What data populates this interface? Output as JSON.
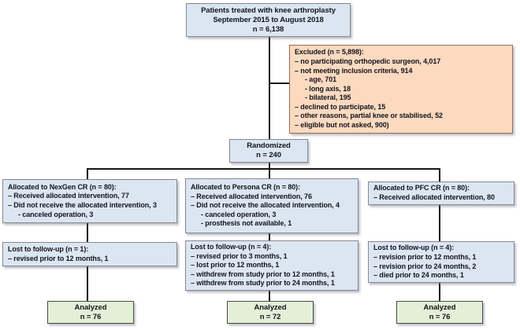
{
  "figure": {
    "top": {
      "lines": [
        "Patients treated with knee arthroplasty",
        "September 2015 to August 2018",
        "n = 6,138"
      ]
    },
    "excluded": {
      "title": "Excluded (n = 5,898):",
      "items": [
        "– no participating orthopedic surgeon, 4,017",
        "– not meeting inclusion criteria, 914",
        "- age, 701",
        "- long axis, 18",
        "- bilateral, 195",
        "– declined to participate, 15",
        "– other reasons, partial knee or stabilised, 52",
        "– eligible but not asked, 900)"
      ]
    },
    "randomized": {
      "lines": [
        "Randomized",
        "n = 240"
      ]
    },
    "columns": [
      {
        "allocation": {
          "title": "Allocated to NexGen CR (n = 80):",
          "items": [
            "– Received allocated intervention, 77",
            "– Did not receive the allocated intervention, 3",
            "- canceled operation, 3"
          ]
        },
        "followup": {
          "title": "Lost to follow-up (n = 1):",
          "items": [
            "– revised prior to 12 months, 1"
          ]
        },
        "analyzed": {
          "lines": [
            "Analyzed",
            "n = 76"
          ]
        }
      },
      {
        "allocation": {
          "title": "Allocated to Persona CR (n = 80):",
          "items": [
            "– Received allocated intervention, 76",
            "– Did not receive the allocated intervention, 4",
            "- canceled operation, 3",
            "- prosthesis not available, 1"
          ]
        },
        "followup": {
          "title": "Lost to follow-up (n = 4):",
          "items": [
            "– revised prior to 3 months, 1",
            "– lost prior to 12 months, 1",
            "– withdrew from study prior to 12 months, 1",
            "– withdrew from study prior to 24 months, 1"
          ]
        },
        "analyzed": {
          "lines": [
            "Analyzed",
            "n = 72"
          ]
        }
      },
      {
        "allocation": {
          "title": "Allocated to PFC CR (n = 80):",
          "items": [
            "– Received allocated intervention, 80"
          ]
        },
        "followup": {
          "title": "Lost to follow-up (n = 4):",
          "items": [
            "– revision prior to 12 months, 1",
            "– revision prior to 24 months, 2",
            "– died prior to 24 months, 1"
          ]
        },
        "analyzed": {
          "lines": [
            "Analyzed",
            "n = 76"
          ]
        }
      }
    ]
  },
  "colors": {
    "box_blue": "#dce6f2",
    "box_peach": "#fbdac0",
    "box_green": "#e4efd8",
    "border_gray": "#85888f",
    "border_peach": "#a06a52",
    "border_green": "#4a4a40",
    "line": "#151515"
  }
}
